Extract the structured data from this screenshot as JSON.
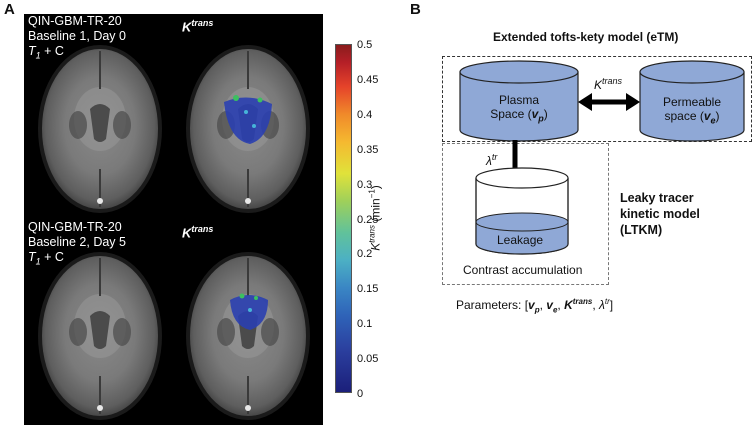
{
  "panel_a": {
    "letter": "A",
    "top": {
      "line1": "QIN-GBM-TR-20",
      "line2": "Baseline 1, Day 0",
      "t1": "T",
      "t1_sub": "1",
      "t1_rest": " + C",
      "ktrans": "K",
      "ktrans_sup": "trans"
    },
    "bottom": {
      "line1": "QIN-GBM-TR-20",
      "line2": "Baseline 2, Day 5",
      "t1": "T",
      "t1_sub": "1",
      "t1_rest": " + C",
      "ktrans": "K",
      "ktrans_sup": "trans"
    },
    "colorbar": {
      "ticks": [
        "0.5",
        "0.45",
        "0.4",
        "0.35",
        "0.3",
        "0.25",
        "0.2",
        "0.15",
        "0.1",
        "0.05",
        "0"
      ],
      "label_k": "K",
      "label_sup": "trans",
      "label_unit": " (min",
      "label_unit_sup": "−1",
      "label_close": ")"
    }
  },
  "panel_b": {
    "letter": "B",
    "etm_title": "Extended tofts-kety model (eTM)",
    "plasma_line1": "Plasma",
    "plasma_line2_pre": "Space (",
    "plasma_v": "v",
    "plasma_v_sub": "p",
    "plasma_line2_post": ")",
    "ktrans_k": "K",
    "ktrans_sup": "trans",
    "permeable_line1": "Permeable",
    "permeable_line2_pre": "space (",
    "permeable_v": "v",
    "permeable_v_sub": "e",
    "permeable_line2_post": ")",
    "lambda": "λ",
    "lambda_sup": "tr",
    "leakage": "Leakage",
    "contrast": "Contrast accumulation",
    "ltkm_line1": "Leaky tracer",
    "ltkm_line2": "kinetic model",
    "ltkm_line3": "(LTKM)",
    "params_prefix": "Parameters: [",
    "p_vp": "v",
    "p_vp_sub": "p",
    "p_sep1": ", ",
    "p_ve": "v",
    "p_ve_sub": "e",
    "p_sep2": ", ",
    "p_k": "K",
    "p_k_sup": "trans",
    "p_sep3": ", ",
    "p_lambda": "λ",
    "p_lambda_sup": "tr",
    "params_suffix": "]"
  },
  "colors": {
    "cylinder_fill": "#8fa8d6",
    "cylinder_stroke": "#222222",
    "overlay_blue": "#2a3fb0",
    "overlay_green": "#3cc060"
  }
}
